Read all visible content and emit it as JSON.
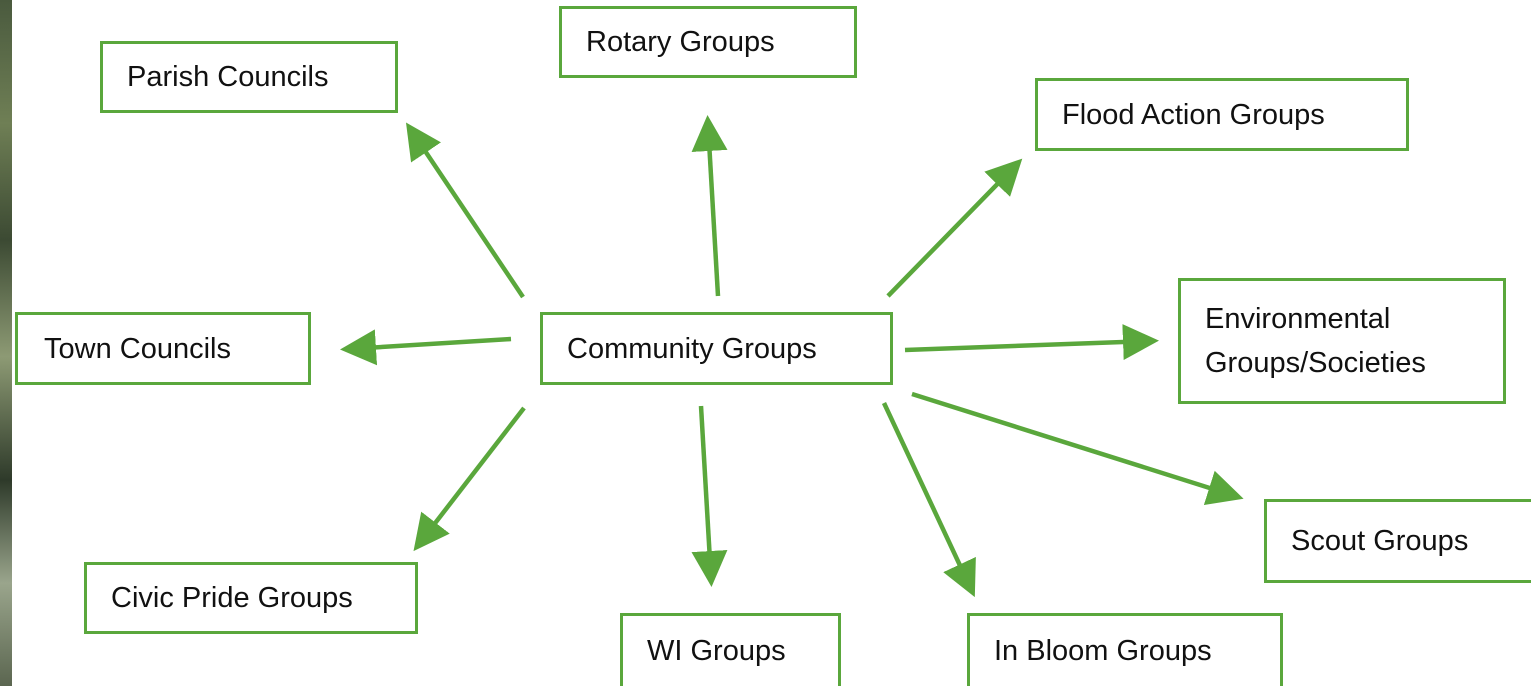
{
  "diagram": {
    "center": "Community Groups",
    "nodes": {
      "rotary": "Rotary Groups",
      "parish": "Parish Councils",
      "flood": "Flood Action Groups",
      "environmental": "Environmental\nGroups/Societies",
      "town": "Town Councils",
      "scout": "Scout Groups",
      "civic": "Civic Pride Groups",
      "wi": "WI Groups",
      "bloom": "In Bloom Groups"
    },
    "colors": {
      "border": "#5aa73c",
      "arrow": "#5aa73c"
    }
  }
}
